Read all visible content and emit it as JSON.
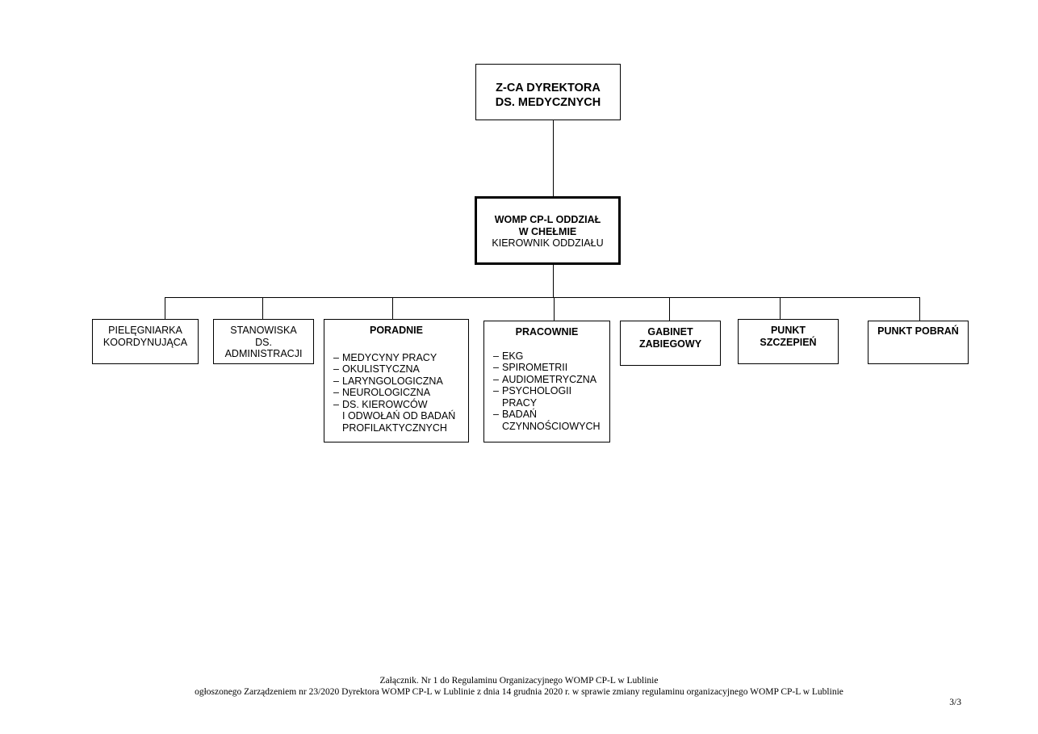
{
  "top": {
    "line1": "Z-CA DYREKTORA",
    "line2": "DS. MEDYCZNYCH"
  },
  "branch": {
    "line1": "WOMP CP-L ODDZIAŁ",
    "line2": "W CHEŁMIE",
    "line3": "KIEROWNIK ODDZIAŁU"
  },
  "units": {
    "pielegniarka": {
      "line1": "PIELĘGNIARKA",
      "line2": "KOORDYNUJĄCA"
    },
    "stanowiska": {
      "line1": "STANOWISKA",
      "line2": "DS.",
      "line3": "ADMINISTRACJI"
    },
    "poradnie": {
      "title": "PORADNIE",
      "items": [
        "MEDYCYNY PRACY",
        "OKULISTYCZNA",
        "LARYNGOLOGICZNA",
        "NEUROLOGICZNA",
        "DS. KIEROWCÓW\nI ODWOŁAŃ OD BADAŃ\nPROFILAKTYCZNYCH"
      ]
    },
    "pracownie": {
      "title": "PRACOWNIE",
      "items": [
        "EKG",
        "SPIROMETRII",
        "AUDIOMETRYCZNA",
        "PSYCHOLOGII\nPRACY",
        "BADAŃ\nCZYNNOŚCIOWYCH"
      ]
    },
    "gabinet": {
      "line1": "GABINET",
      "line2": "ZABIEGOWY"
    },
    "szczepien": {
      "line1": "PUNKT",
      "line2": "SZCZEPIEŃ"
    },
    "pobran": {
      "line1": "PUNKT POBRAŃ"
    }
  },
  "list_dash": "–",
  "footer": {
    "line1": "Załącznik. Nr 1 do Regulaminu Organizacyjnego WOMP CP-L w Lublinie",
    "line2": "ogłoszonego Zarządzeniem nr 23/2020 Dyrektora WOMP CP-L w Lublinie z dnia 14 grudnia 2020 r. w sprawie zmiany regulaminu organizacyjnego WOMP CP-L w Lublinie",
    "page": "3/3"
  }
}
